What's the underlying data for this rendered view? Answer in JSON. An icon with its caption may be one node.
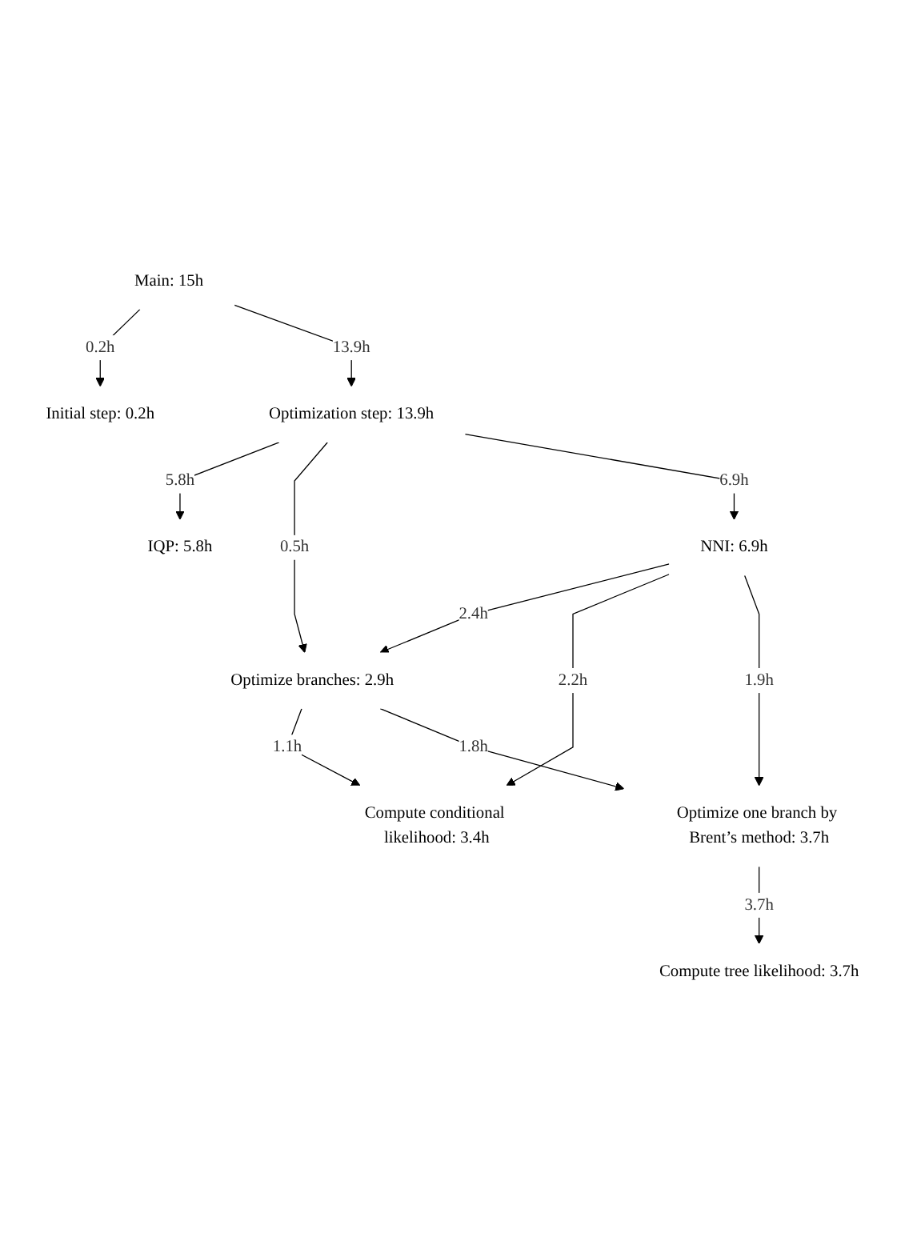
{
  "diagram": {
    "nodes": [
      {
        "text": [
          "Main: 15h"
        ]
      },
      {
        "text": [
          "Initial step: 0.2h"
        ]
      },
      {
        "text": [
          "Optimization step: 13.9h"
        ]
      },
      {
        "text": [
          "IQP: 5.8h"
        ]
      },
      {
        "text": [
          "NNI: 6.9h"
        ]
      },
      {
        "text": [
          "Optimize branches: 2.9h"
        ]
      },
      {
        "text": [
          "Compute conditional likelihood: 3.4h"
        ]
      },
      {
        "text": [
          "Optimize one branch by Brent’s method: 3.7h"
        ]
      },
      {
        "text": [
          "Compute tree likelihood: 3.7h"
        ]
      }
    ],
    "edges": [
      {
        "from": 0,
        "to": 1,
        "arrow": "to",
        "label": "0.2h"
      },
      {
        "from": 0,
        "to": 2,
        "arrow": "to",
        "label": "13.9h"
      },
      {
        "from": 2,
        "to": 3,
        "arrow": "to",
        "label": "5.8h"
      },
      {
        "from": 2,
        "to": 5,
        "arrow": "to",
        "label": "0.5h"
      },
      {
        "from": 2,
        "to": 4,
        "arrow": "to",
        "label": "6.9h"
      },
      {
        "from": 4,
        "to": 5,
        "arrow": "to",
        "label": "2.4h"
      },
      {
        "from": 4,
        "to": 6,
        "arrow": "to",
        "label": "2.2h"
      },
      {
        "from": 4,
        "to": 7,
        "arrow": "to",
        "label": "1.9h"
      },
      {
        "from": 5,
        "to": 6,
        "arrow": "to",
        "label": "1.1h"
      },
      {
        "from": 5,
        "to": 7,
        "arrow": "to",
        "label": "1.8h"
      },
      {
        "from": 7,
        "to": 8,
        "arrow": "to",
        "label": "3.7h"
      }
    ]
  }
}
